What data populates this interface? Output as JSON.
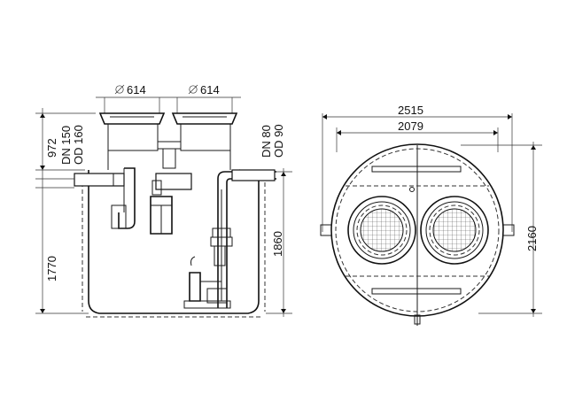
{
  "side_view": {
    "cover_diameter_left": "614",
    "cover_diameter_right": "614",
    "diameter_symbol": "∅",
    "dim_top_height": "972",
    "dim_total_height": "1770",
    "dim_pump_height": "1860",
    "inlet_dn": "DN 150",
    "inlet_od": "OD 160",
    "outlet_dn": "DN 80",
    "outlet_od": "OD 90"
  },
  "top_view": {
    "dim_outer_width": "2515",
    "dim_inner_width": "2079",
    "dim_depth": "2160"
  }
}
